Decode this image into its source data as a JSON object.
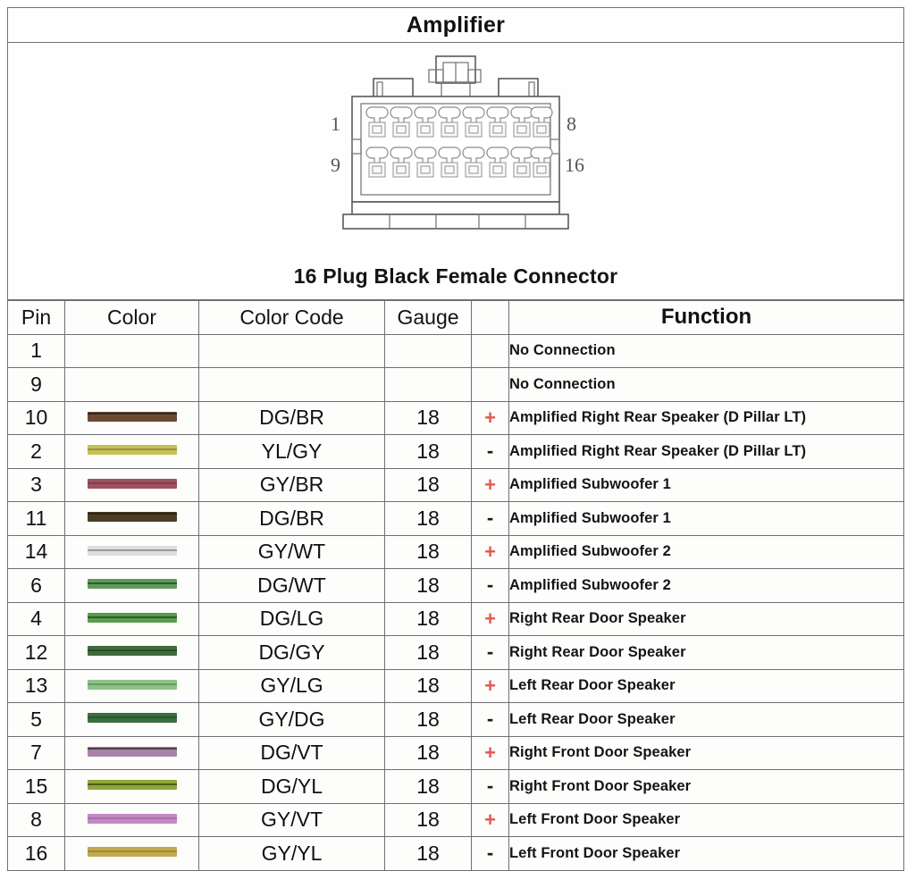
{
  "header": {
    "title": "Amplifier"
  },
  "illustration": {
    "caption": "16 Plug Black Female Connector",
    "pin_labels": {
      "top_left": "1",
      "top_right": "8",
      "bottom_left": "9",
      "bottom_right": "16"
    },
    "rows": 2,
    "pins_per_row": 8
  },
  "table": {
    "columns": [
      "Pin",
      "Color",
      "Color Code",
      "Gauge",
      "",
      "Function"
    ],
    "headers": {
      "pin": "Pin",
      "color": "Color",
      "color_code": "Color Code",
      "gauge": "Gauge",
      "polarity": "",
      "function": "Function"
    },
    "rows": [
      {
        "pin": "1",
        "swatch": null,
        "color_code": "",
        "gauge": "",
        "polarity": "",
        "function": "No Connection"
      },
      {
        "pin": "9",
        "swatch": null,
        "color_code": "",
        "gauge": "",
        "polarity": "",
        "function": "No Connection"
      },
      {
        "pin": "10",
        "swatch": {
          "base": "#6b4a33",
          "stripe": "#2f2b22",
          "stripe_pos": "top"
        },
        "color_code": "DG/BR",
        "gauge": "18",
        "polarity": "+",
        "function": "Amplified Right Rear Speaker (D Pillar LT)"
      },
      {
        "pin": "2",
        "swatch": {
          "base": "#c8bf57",
          "stripe": "#9a9340",
          "stripe_pos": "mid"
        },
        "color_code": "YL/GY",
        "gauge": "18",
        "polarity": "-",
        "function": "Amplified Right Rear Speaker (D Pillar LT)"
      },
      {
        "pin": "3",
        "swatch": {
          "base": "#9d5260",
          "stripe": "#7d3f4c",
          "stripe_pos": "mid"
        },
        "color_code": "GY/BR",
        "gauge": "18",
        "polarity": "+",
        "function": "Amplified Subwoofer 1"
      },
      {
        "pin": "11",
        "swatch": {
          "base": "#4a3f24",
          "stripe": "#2d2716",
          "stripe_pos": "top"
        },
        "color_code": "DG/BR",
        "gauge": "18",
        "polarity": "-",
        "function": "Amplified Subwoofer 1"
      },
      {
        "pin": "14",
        "swatch": {
          "base": "#dddee0",
          "stripe": "#9b9ba0",
          "stripe_pos": "mid"
        },
        "color_code": "GY/WT",
        "gauge": "18",
        "polarity": "+",
        "function": "Amplified Subwoofer 2"
      },
      {
        "pin": "6",
        "swatch": {
          "base": "#5f9a5a",
          "stripe": "#2e5c2e",
          "stripe_pos": "mid"
        },
        "color_code": "DG/WT",
        "gauge": "18",
        "polarity": "-",
        "function": "Amplified Subwoofer 2"
      },
      {
        "pin": "4",
        "swatch": {
          "base": "#5a9b4e",
          "stripe": "#2c5a2a",
          "stripe_pos": "mid"
        },
        "color_code": "DG/LG",
        "gauge": "18",
        "polarity": "+",
        "function": "Right Rear Door Speaker"
      },
      {
        "pin": "12",
        "swatch": {
          "base": "#3f6b3b",
          "stripe": "#2a4a28",
          "stripe_pos": "mid"
        },
        "color_code": "DG/GY",
        "gauge": "18",
        "polarity": "-",
        "function": "Right Rear Door Speaker"
      },
      {
        "pin": "13",
        "swatch": {
          "base": "#8fc08a",
          "stripe": "#63a05e",
          "stripe_pos": "mid"
        },
        "color_code": "GY/LG",
        "gauge": "18",
        "polarity": "+",
        "function": "Left Rear Door Speaker"
      },
      {
        "pin": "5",
        "swatch": {
          "base": "#3b6e3c",
          "stripe": "#2b5430",
          "stripe_pos": "mid"
        },
        "color_code": "GY/DG",
        "gauge": "18",
        "polarity": "-",
        "function": "Left Rear Door Speaker"
      },
      {
        "pin": "7",
        "swatch": {
          "base": "#a882a8",
          "stripe": "#4a4248",
          "stripe_pos": "top"
        },
        "color_code": "DG/VT",
        "gauge": "18",
        "polarity": "+",
        "function": "Right Front  Door Speaker"
      },
      {
        "pin": "15",
        "swatch": {
          "base": "#8fa63a",
          "stripe": "#4c5e20",
          "stripe_pos": "mid"
        },
        "color_code": "DG/YL",
        "gauge": "18",
        "polarity": "-",
        "function": "Right Front  Door Speaker"
      },
      {
        "pin": "8",
        "swatch": {
          "base": "#c08bc2",
          "stripe": "#a96dab",
          "stripe_pos": "mid"
        },
        "color_code": "GY/VT",
        "gauge": "18",
        "polarity": "+",
        "function": "Left Front  Door Speaker"
      },
      {
        "pin": "16",
        "swatch": {
          "base": "#c2a94e",
          "stripe": "#9d8838",
          "stripe_pos": "mid"
        },
        "color_code": "GY/YL",
        "gauge": "18",
        "polarity": "-",
        "function": "Left Front  Door Speaker"
      }
    ]
  },
  "colors": {
    "positive": "#e2584f",
    "negative": "#1b1b1b",
    "grid": "#6f6f77",
    "page_background": "#fdfdfc"
  }
}
